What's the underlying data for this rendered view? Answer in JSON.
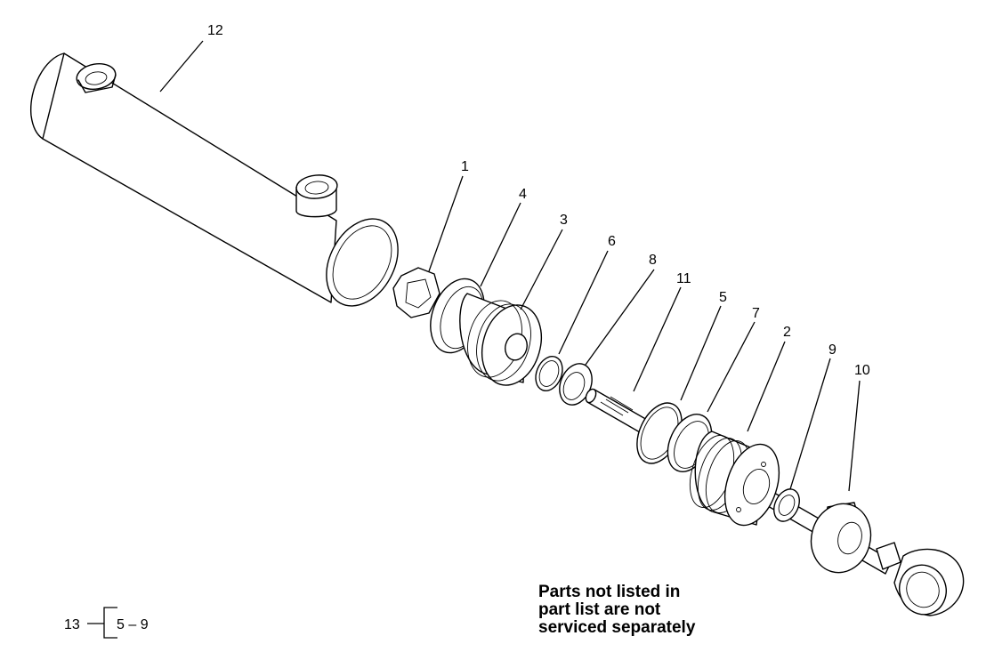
{
  "callouts": [
    {
      "id": "12",
      "label": "12"
    },
    {
      "id": "1",
      "label": "1"
    },
    {
      "id": "4",
      "label": "4"
    },
    {
      "id": "3",
      "label": "3"
    },
    {
      "id": "6",
      "label": "6"
    },
    {
      "id": "8",
      "label": "8"
    },
    {
      "id": "11",
      "label": "11"
    },
    {
      "id": "5",
      "label": "5"
    },
    {
      "id": "7",
      "label": "7"
    },
    {
      "id": "2",
      "label": "2"
    },
    {
      "id": "9",
      "label": "9"
    },
    {
      "id": "10",
      "label": "10"
    }
  ],
  "kit": {
    "number": "13",
    "range": "5 – 9"
  },
  "note": {
    "lines": [
      "Parts not listed in",
      "part list are not",
      "serviced separately"
    ]
  }
}
